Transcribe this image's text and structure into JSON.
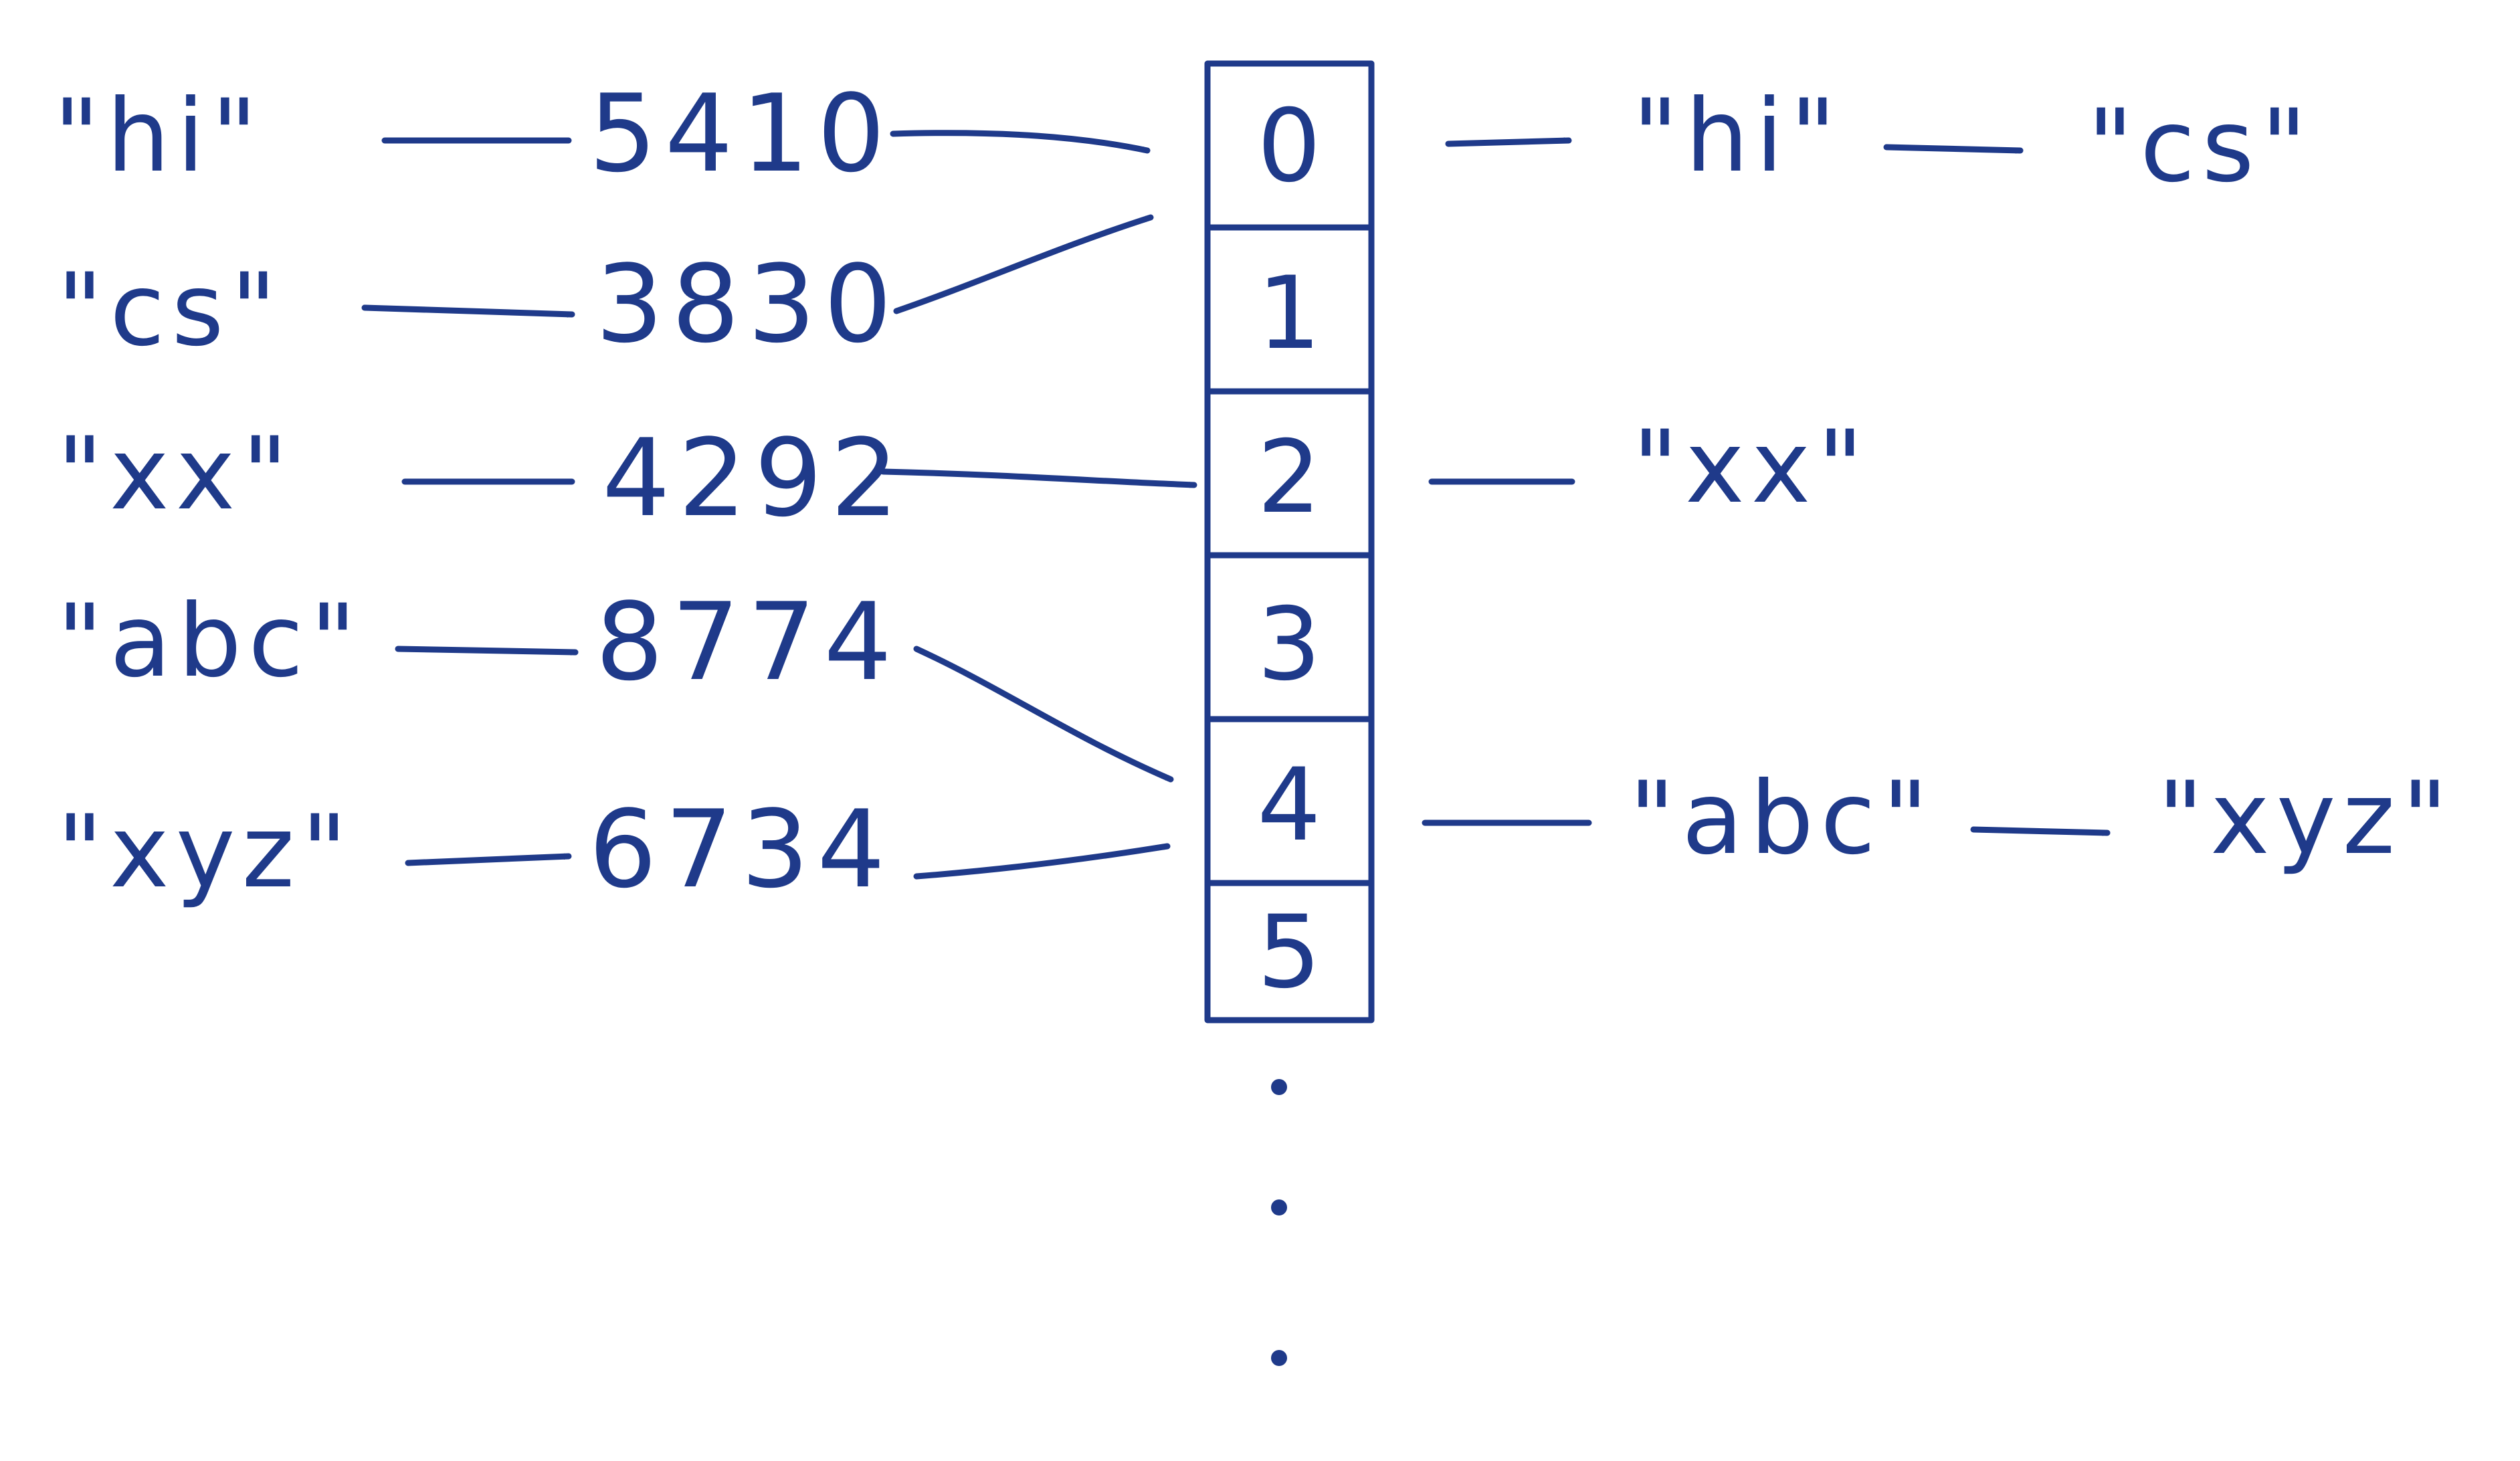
{
  "ink_color": "#1f3a8a",
  "keys": [
    "\"hi\"",
    "\"cs\"",
    "\"xx\"",
    "\"abc\"",
    "\"xyz\""
  ],
  "hashes": [
    "5410",
    "3830",
    "4292",
    "8774",
    "6734"
  ],
  "bucket_indices": [
    "0",
    "1",
    "2",
    "3",
    "4",
    "5"
  ],
  "chains": [
    {
      "bucket": "0",
      "items": [
        "\"hi\"",
        "\"cs\""
      ]
    },
    {
      "bucket": "2",
      "items": [
        "\"xx\""
      ]
    },
    {
      "bucket": "4",
      "items": [
        "\"abc\"",
        "\"xyz\""
      ]
    }
  ]
}
